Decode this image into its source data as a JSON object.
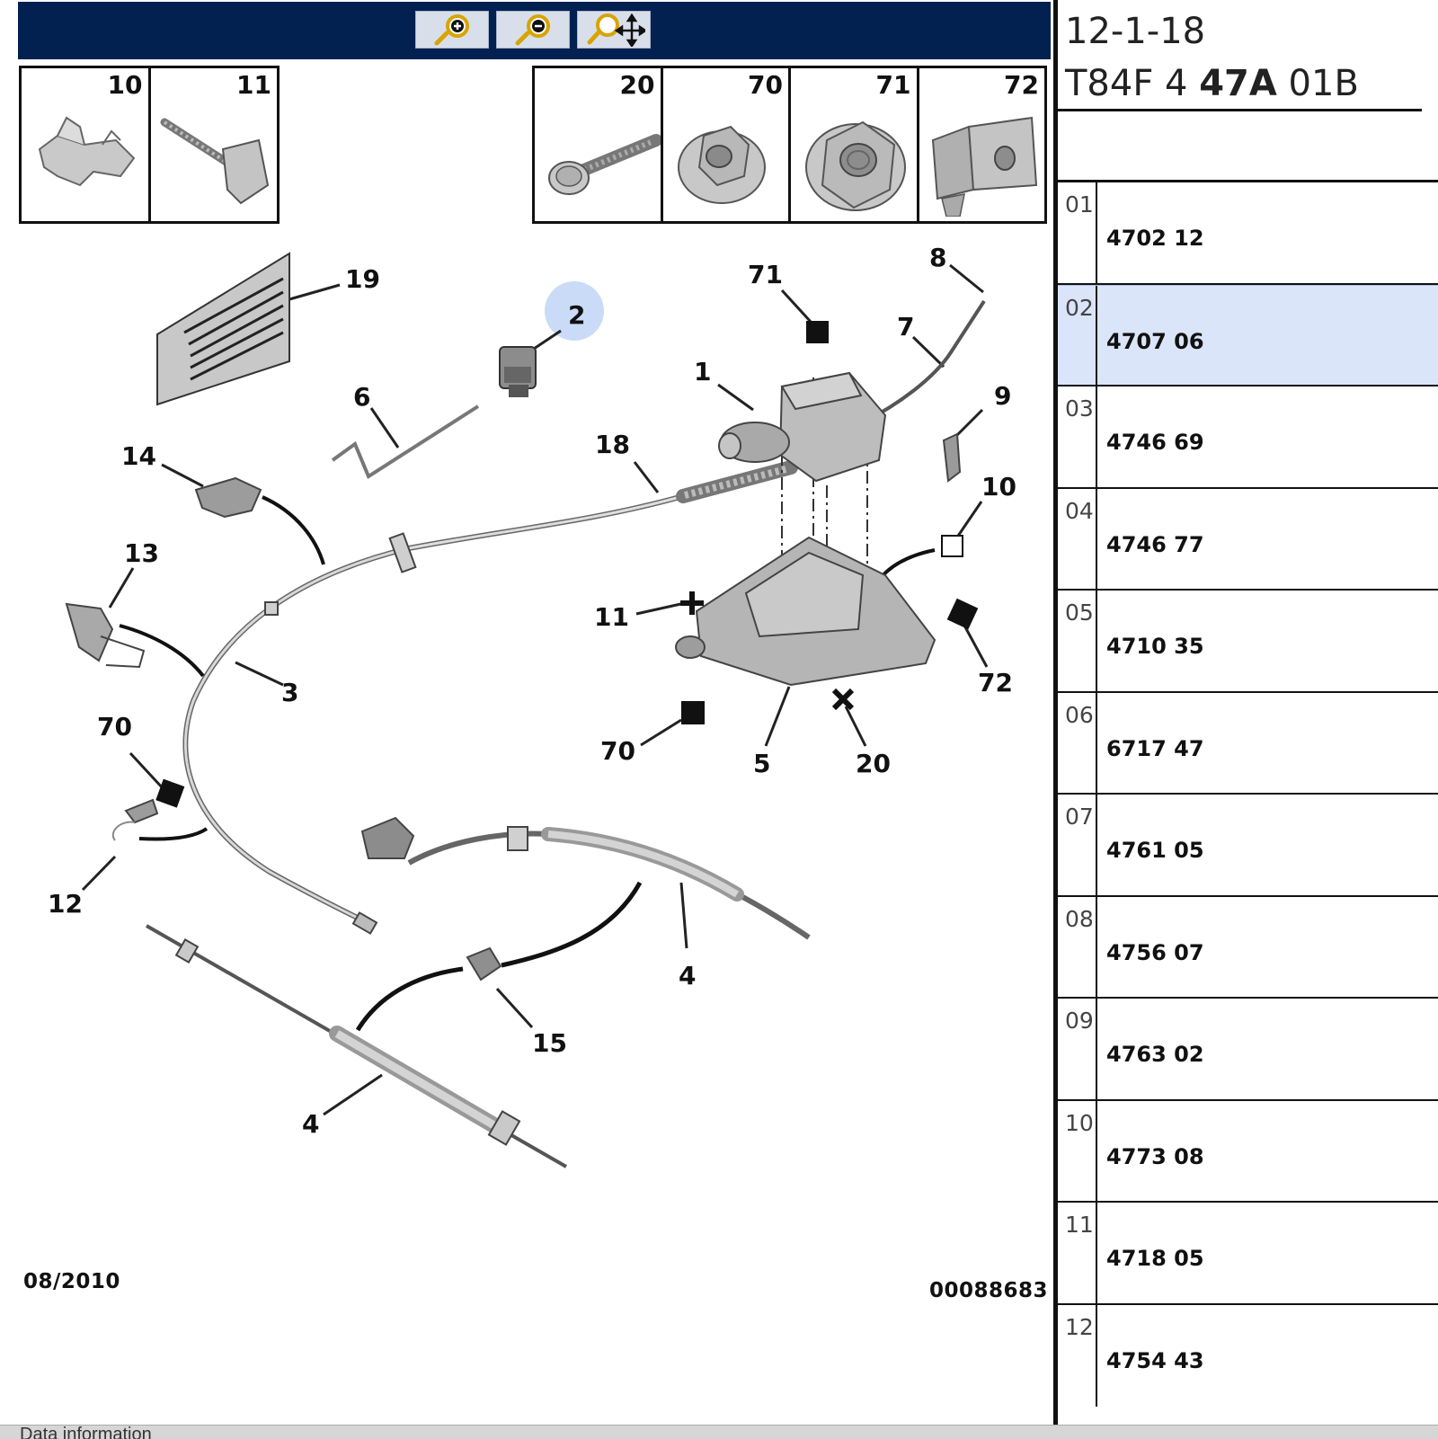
{
  "toolbar": {
    "buttons": [
      {
        "icon": "zoom-in-icon"
      },
      {
        "icon": "zoom-out-icon"
      },
      {
        "icon": "pan-zoom-icon"
      }
    ],
    "background": "#022050"
  },
  "thumbnails": {
    "left_group": [
      "10",
      "11"
    ],
    "right_group": [
      "20",
      "70",
      "71",
      "72"
    ]
  },
  "diagram": {
    "highlighted_callout": "2",
    "highlight_color": "#c9dbf6",
    "callouts": [
      "19",
      "2",
      "6",
      "14",
      "13",
      "3",
      "70",
      "12",
      "71",
      "8",
      "7",
      "1",
      "9",
      "18",
      "10",
      "11",
      "72",
      "70",
      "5",
      "20",
      "4",
      "15",
      "4"
    ],
    "date": "08/2010",
    "drawing_number": "00088683"
  },
  "panel": {
    "reference": "12-1-18",
    "code_prefix": "T84F 4 ",
    "code_bold": "47A",
    "code_suffix": " 01B",
    "selected_index": "02",
    "rows": [
      {
        "idx": "01",
        "part": "4702 12"
      },
      {
        "idx": "02",
        "part": "4707 06"
      },
      {
        "idx": "03",
        "part": "4746 69"
      },
      {
        "idx": "04",
        "part": "4746 77"
      },
      {
        "idx": "05",
        "part": "4710 35"
      },
      {
        "idx": "06",
        "part": "6717 47"
      },
      {
        "idx": "07",
        "part": "4761 05"
      },
      {
        "idx": "08",
        "part": "4756 07"
      },
      {
        "idx": "09",
        "part": "4763 02"
      },
      {
        "idx": "10",
        "part": "4773 08"
      },
      {
        "idx": "11",
        "part": "4718 05"
      },
      {
        "idx": "12",
        "part": "4754 43"
      }
    ]
  },
  "status_bar": {
    "text": "Data information"
  }
}
